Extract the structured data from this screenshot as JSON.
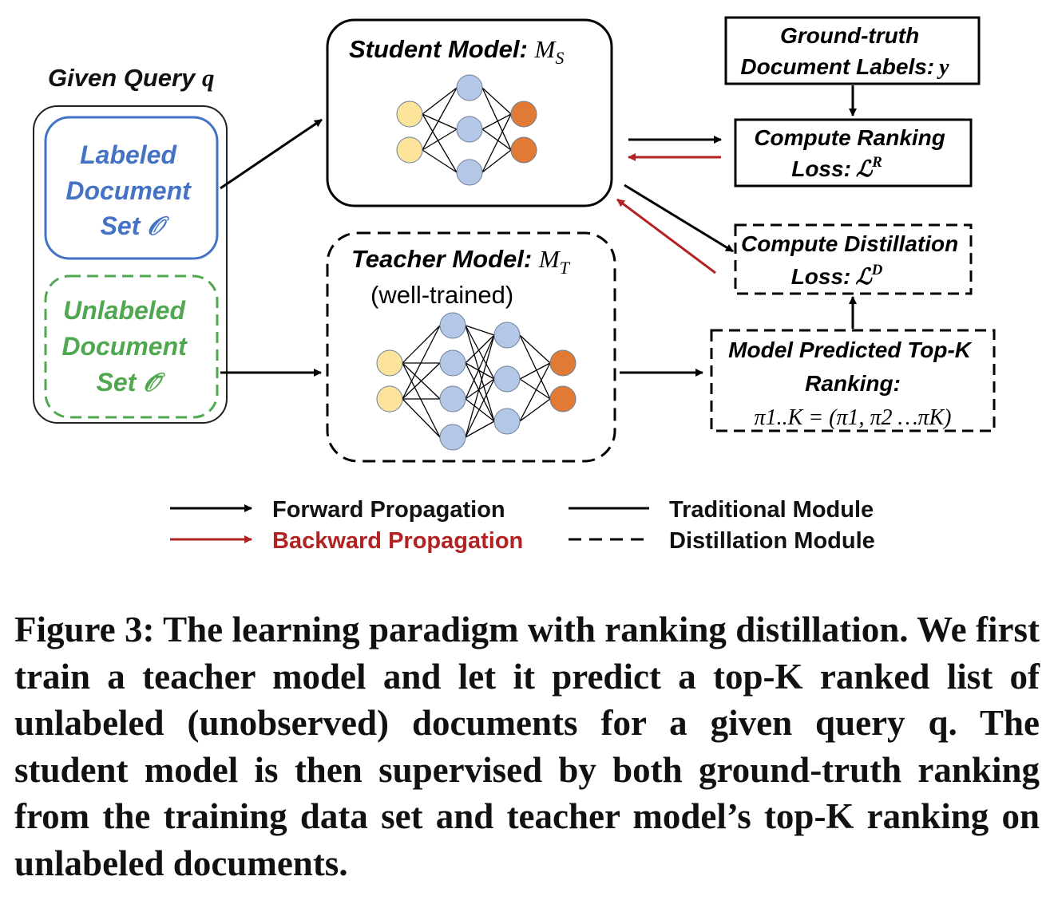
{
  "query_title": "Given Query",
  "query_var": "q",
  "labeled_set": {
    "line1": "Labeled",
    "line2": "Document",
    "line3": "Set 𝒪",
    "color": "#4472c4"
  },
  "unlabeled_set": {
    "line1": "Unlabeled",
    "line2": "Document",
    "line3": "Set 𝒪̄",
    "color": "#4fa84f"
  },
  "student_model": {
    "label": "Student Model",
    "symbol": "M",
    "subscript": "S"
  },
  "teacher_model": {
    "label": "Teacher Model",
    "symbol": "M",
    "subscript": "T",
    "note": "(well-trained)"
  },
  "ground_truth": {
    "line1": "Ground-truth",
    "line2": "Document Labels:",
    "symbol": "y"
  },
  "ranking_loss": {
    "line1": "Compute Ranking",
    "line2": "Loss:",
    "symbol": "ℒ",
    "superscript": "R"
  },
  "distillation_loss": {
    "line1": "Compute Distillation",
    "line2": "Loss:",
    "symbol": "ℒ",
    "superscript": "D"
  },
  "predicted_ranking": {
    "line1": "Model Predicted Top-K",
    "line2": "Ranking:",
    "formula": "π1..K = (π1, π2 …πK)"
  },
  "legend": {
    "forward": "Forward Propagation",
    "backward": "Backward Propagation",
    "traditional": "Traditional Module",
    "distillation": "Distillation Module"
  },
  "colors": {
    "forward": "#000000",
    "backward": "#b22222",
    "input_node": "#fce49a",
    "hidden_node": "#b4c7e7",
    "output_node": "#e07a35"
  },
  "caption": "Figure 3: The learning paradigm with ranking distillation. We first train a teacher model and let it predict a top-K ranked list of unlabeled (unobserved) documents for a given query q. The student model is then supervised by both ground-truth ranking from the training data set and teacher model’s top-K ranking on unlabeled documents."
}
